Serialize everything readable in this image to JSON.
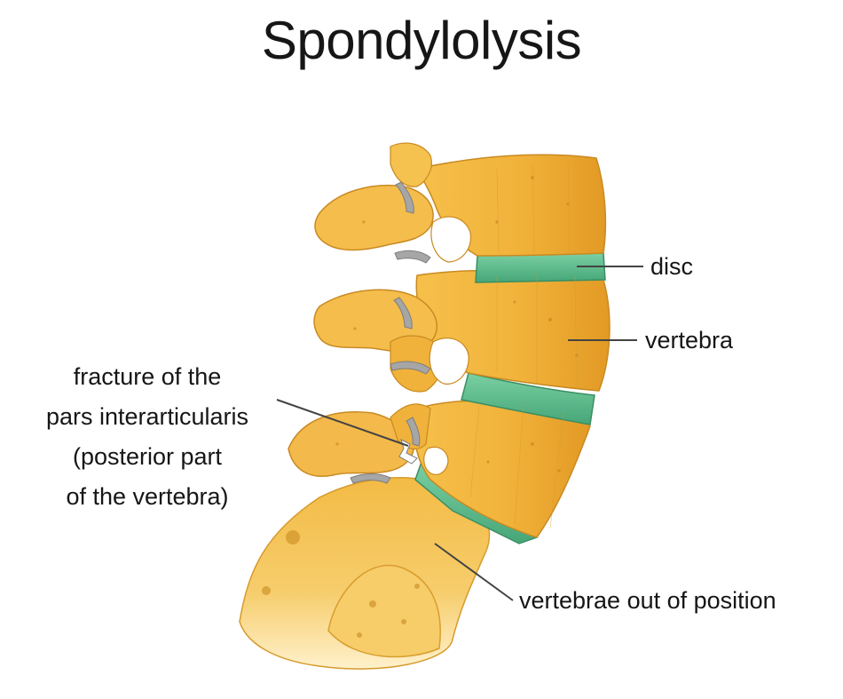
{
  "title": "Spondylolysis",
  "labels": {
    "disc": "disc",
    "vertebra": "vertebra",
    "fracture": [
      "fracture of the",
      "pars interarticularis",
      "(posterior part",
      "of the vertebra)"
    ],
    "out_of_position": "vertebrae out of position"
  },
  "colors": {
    "bone": "#f2b63c",
    "bone_light": "#fbd87a",
    "bone_shadow": "#d18a1e",
    "disc": "#5fbf8c",
    "disc_dark": "#3c9a6c",
    "joint_gray": "#9a9a9a",
    "leader_line": "#444444"
  }
}
